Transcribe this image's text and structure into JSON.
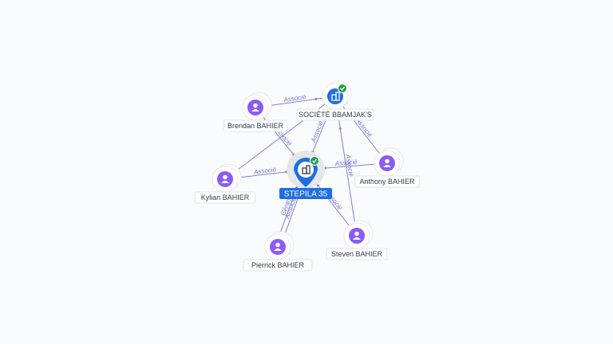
{
  "colors": {
    "person": "#8b5cf6",
    "company": "#1f6fe0",
    "check": "#1e9e4f",
    "edge": "#7c83c8",
    "edge_text": "#6f74d6"
  },
  "nodes": [
    {
      "id": "stepila",
      "label": "STEPILA 35",
      "kind": "company-main",
      "icon": "building-icon",
      "verified": true
    },
    {
      "id": "bbamjaks",
      "label": "SOCIÉTÉ BBAMJAK'S",
      "kind": "company",
      "icon": "building-icon",
      "verified": true
    },
    {
      "id": "brendan",
      "label": "Brendan BAHIER",
      "kind": "person",
      "icon": "person-icon"
    },
    {
      "id": "anthony",
      "label": "Anthony BAHIER",
      "kind": "person",
      "icon": "person-icon"
    },
    {
      "id": "kylian",
      "label": "Kylian BAHIER",
      "kind": "person",
      "icon": "person-icon"
    },
    {
      "id": "pierrick",
      "label": "Pierrick BAHIER",
      "kind": "person",
      "icon": "person-icon"
    },
    {
      "id": "steven",
      "label": "Steven BAHIER",
      "kind": "person",
      "icon": "person-icon"
    }
  ],
  "edges": [
    {
      "from": "brendan",
      "to": "bbamjaks",
      "label": "Associé"
    },
    {
      "from": "brendan",
      "to": "stepila",
      "label": "Associé"
    },
    {
      "from": "bbamjaks",
      "to": "stepila",
      "label": "Associé"
    },
    {
      "from": "anthony",
      "to": "bbamjaks",
      "label": "Associé"
    },
    {
      "from": "anthony",
      "to": "stepila",
      "label": "Associé"
    },
    {
      "from": "kylian",
      "to": "stepila",
      "label": "Associé"
    },
    {
      "from": "kylian",
      "to": "bbamjaks",
      "label": ""
    },
    {
      "from": "pierrick",
      "to": "stepila",
      "label": "Gérant"
    },
    {
      "from": "pierrick",
      "to": "stepila",
      "label": "Associé"
    },
    {
      "from": "steven",
      "to": "stepila",
      "label": "Associé"
    },
    {
      "from": "steven",
      "to": "bbamjaks",
      "label": "Associé"
    }
  ]
}
